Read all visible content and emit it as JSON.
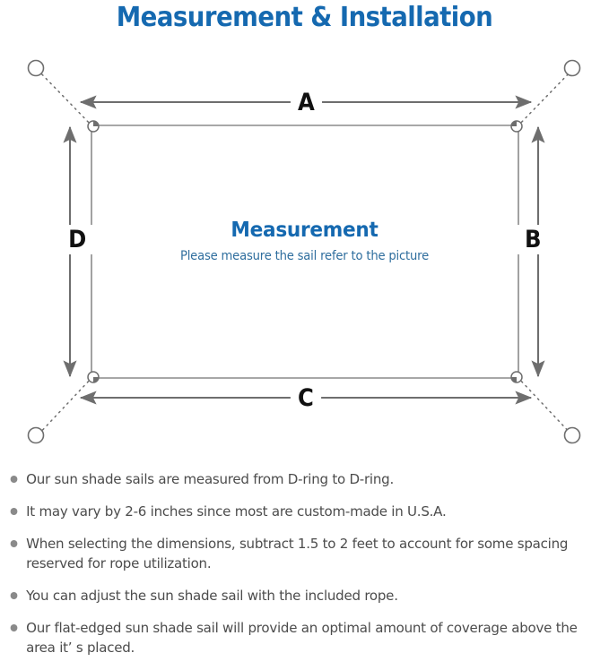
{
  "title": "Measurement & Installation",
  "colors": {
    "title_blue": "#1569b0",
    "subtitle_blue": "#2f6e9e",
    "line_gray": "#6e6e6e",
    "sail_edge": "#8a8a8a",
    "text_gray": "#4c4c4c",
    "bullet_gray": "#8a8a8a"
  },
  "diagram": {
    "center_heading": "Measurement",
    "center_subtitle": "Please measure the sail refer to the picture",
    "dimensions": {
      "top": "A",
      "right": "B",
      "bottom": "C",
      "left": "D"
    },
    "icons": {
      "anchor_point": "anchor-circle-icon",
      "d_ring": "d-ring-icon",
      "rope": "dotted-rope-line",
      "dimension_arrow": "double-headed-arrow-icon"
    }
  },
  "notes": [
    "Our sun shade sails are measured from D-ring to D-ring.",
    "It may vary by 2-6 inches since most are custom-made in U.S.A.",
    "When selecting the dimensions, subtract 1.5 to 2 feet to account for some spacing reserved for rope utilization.",
    "You can adjust the sun shade sail with the included rope.",
    "Our flat-edged sun shade sail will provide an optimal amount of coverage above the area it’ s placed."
  ]
}
